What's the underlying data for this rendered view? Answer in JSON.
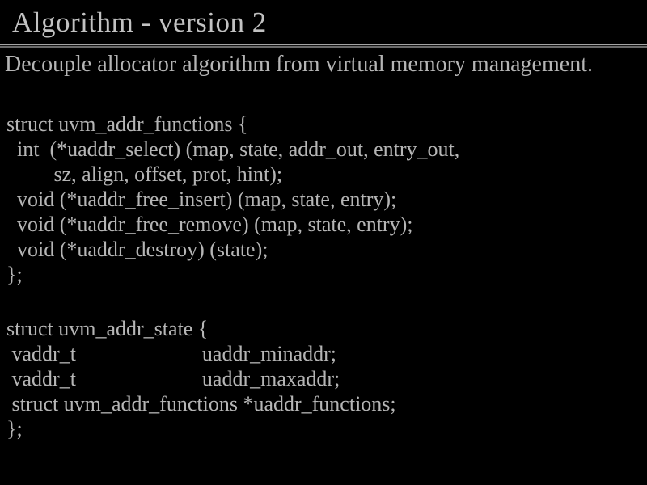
{
  "slide": {
    "title": "Algorithm - version 2",
    "subtitle": "Decouple allocator algorithm from virtual memory management.",
    "code_block_1": {
      "lines": [
        "struct uvm_addr_functions {",
        "  int  (*uaddr_select) (map, state, addr_out, entry_out,",
        "         sz, align, offset, prot, hint);",
        "  void (*uaddr_free_insert) (map, state, entry);",
        "  void (*uaddr_free_remove) (map, state, entry);",
        "  void (*uaddr_destroy) (state);",
        "};"
      ]
    },
    "code_block_2": {
      "lines": [
        "struct uvm_addr_state {",
        " vaddr_t                        uaddr_minaddr;",
        " vaddr_t                        uaddr_maxaddr;",
        " struct uvm_addr_functions *uaddr_functions;",
        "};"
      ]
    },
    "colors": {
      "background": "#000000",
      "title_text": "#c2c2c2",
      "body_text": "#b5b5b5",
      "rule_top": "#a4a4a4",
      "rule_bottom": "#6a6a6a"
    }
  }
}
